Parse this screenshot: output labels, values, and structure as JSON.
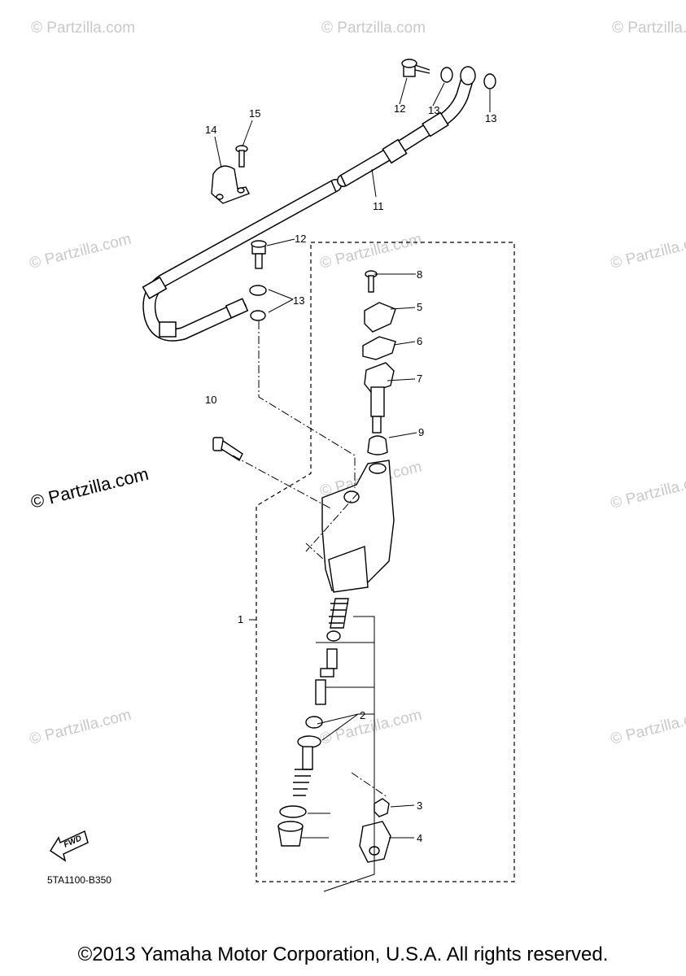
{
  "diagram": {
    "callouts": {
      "c1": "1",
      "c2": "2",
      "c3": "3",
      "c4": "4",
      "c5": "5",
      "c6": "6",
      "c7": "7",
      "c8": "8",
      "c9": "9",
      "c10": "10",
      "c11": "11",
      "c12a": "12",
      "c12b": "12",
      "c13a": "13",
      "c13b": "13",
      "c13c": "13",
      "c14": "14",
      "c15": "15"
    },
    "reference_code": "5TA1100-B350",
    "fwd_label": "FWD"
  },
  "watermarks": {
    "main": "© Partzilla.com",
    "faint": "© Partzilla.com"
  },
  "footer": {
    "copyright": "©2013 Yamaha Motor Corporation, U.S.A. All rights reserved."
  }
}
